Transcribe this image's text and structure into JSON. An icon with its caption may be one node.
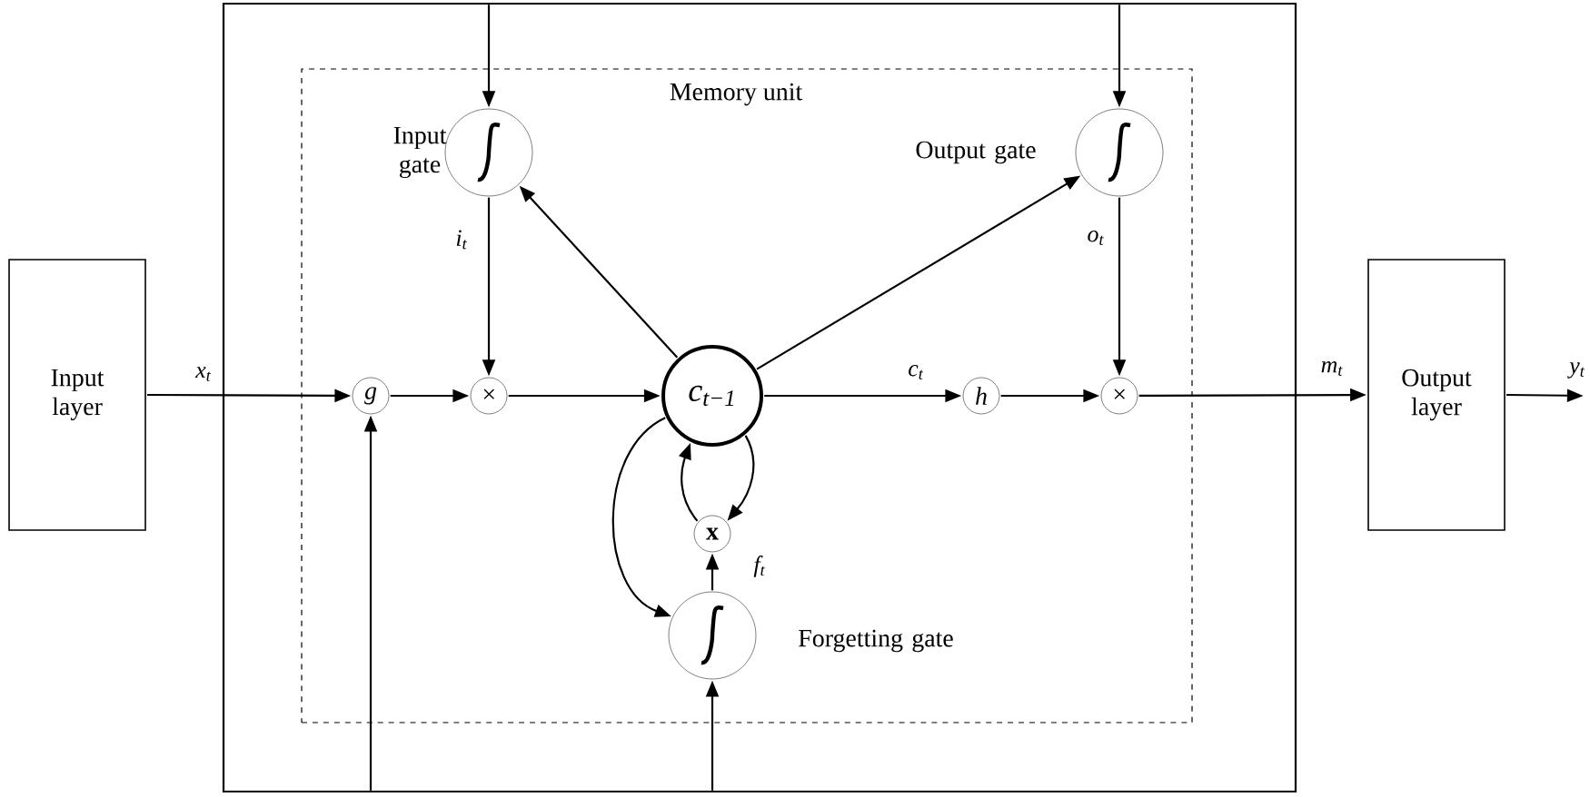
{
  "diagram": {
    "nodes": [
      {
        "text": [
          "Input layer"
        ]
      },
      {
        "text": [
          "Memory unit"
        ]
      },
      {
        "text": [
          "Input gate"
        ],
        "in": 1
      },
      {
        "text": [
          "Output gate"
        ],
        "in": 1
      },
      {
        "text": [
          "g"
        ],
        "in": 1
      },
      {
        "text": [
          "×"
        ],
        "in": 1
      },
      {
        "text": [
          "c$_{t−1}$"
        ],
        "in": 1
      },
      {
        "text": [
          "h"
        ],
        "in": 1
      },
      {
        "text": [
          "×"
        ],
        "in": 1
      },
      {
        "text": [
          "x"
        ],
        "in": 1
      },
      {
        "text": [
          "Forgetting gate"
        ],
        "in": 1
      },
      {
        "text": [
          "Output layer"
        ]
      }
    ],
    "edges": [
      {
        "from": 0,
        "to": 4,
        "arrow": "to",
        "label": "x$_{t}$"
      },
      {
        "from": 4,
        "to": 5,
        "arrow": "to"
      },
      {
        "from": 2,
        "to": 5,
        "arrow": "to",
        "label": "i$_{t}$"
      },
      {
        "from": 5,
        "to": 6,
        "arrow": "to"
      },
      {
        "from": 6,
        "to": 2,
        "arrow": "to"
      },
      {
        "from": 6,
        "to": 3,
        "arrow": "to"
      },
      {
        "from": 6,
        "to": 7,
        "arrow": "to",
        "label": "c$_{t}$"
      },
      {
        "from": 7,
        "to": 8,
        "arrow": "to"
      },
      {
        "from": 3,
        "to": 8,
        "arrow": "to",
        "label": "o$_{t}$"
      },
      {
        "from": 8,
        "to": 11,
        "arrow": "to",
        "label": "m$_{t}$"
      },
      {
        "from": 11,
        "to": null,
        "arrow": "to",
        "label": "y$_{t}$"
      },
      {
        "from": 6,
        "to": 9,
        "arrow": "to"
      },
      {
        "from": 9,
        "to": 6,
        "arrow": "to"
      },
      {
        "from": 6,
        "to": 10,
        "arrow": "to"
      },
      {
        "from": 10,
        "to": 9,
        "arrow": "to",
        "label": "f$_{t}$"
      },
      {
        "from": null,
        "to": 2,
        "arrow": "to"
      },
      {
        "from": null,
        "to": 3,
        "arrow": "to"
      },
      {
        "from": null,
        "to": 4,
        "arrow": "to"
      },
      {
        "from": null,
        "to": 10,
        "arrow": "to"
      }
    ]
  }
}
